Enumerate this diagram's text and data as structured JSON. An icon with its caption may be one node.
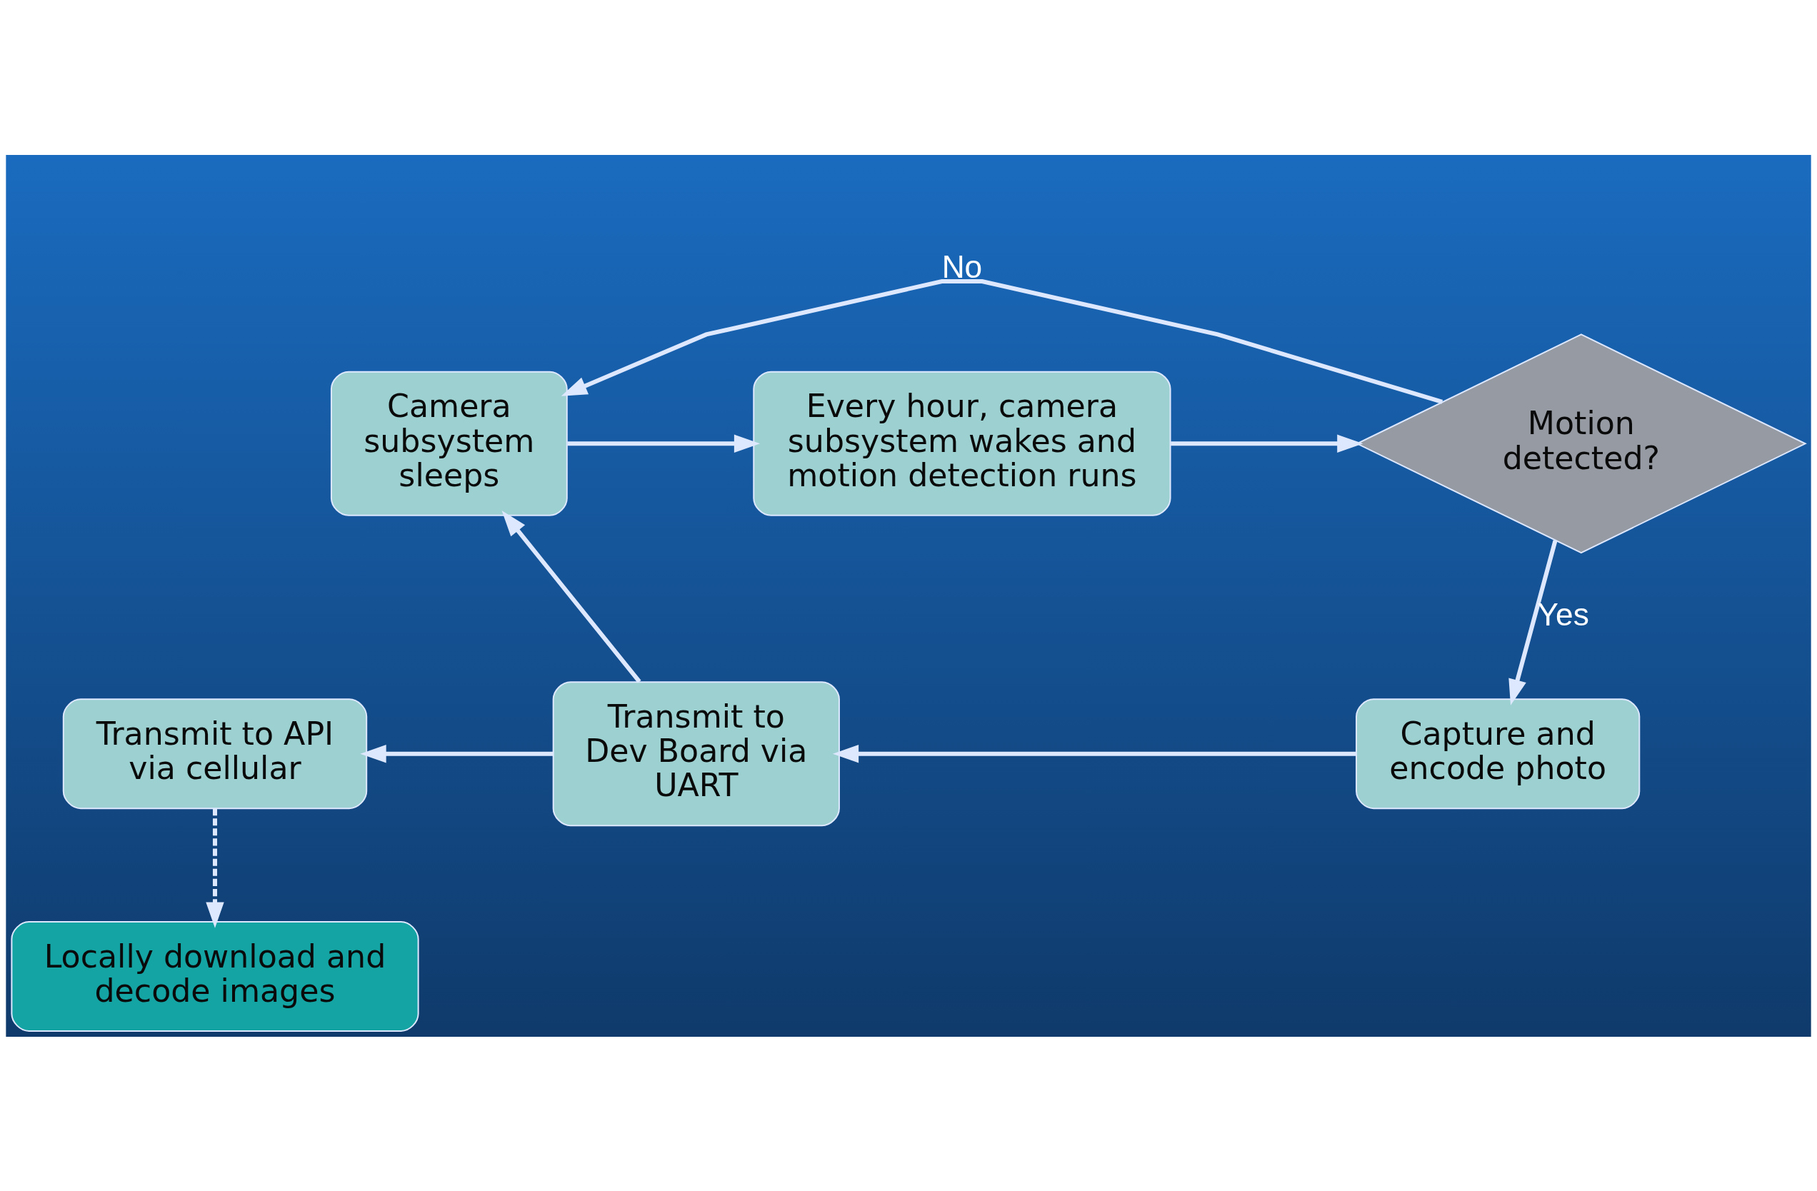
{
  "diagram": {
    "nodes": [
      {
        "text": [
          "Camera subsystem sleeps"
        ]
      },
      {
        "text": [
          "Every hour, camera subsystem wakes and motion detection runs"
        ]
      },
      {
        "text": [
          "Motion detected?"
        ]
      },
      {
        "text": [
          "Capture and encode photo"
        ]
      },
      {
        "text": [
          "Transmit to Dev Board via UART"
        ]
      },
      {
        "text": [
          "Transmit to API via cellular"
        ]
      },
      {
        "text": [
          "Locally download and decode images"
        ]
      }
    ],
    "edges": [
      {
        "from": 0,
        "to": 1,
        "arrow": "to"
      },
      {
        "from": 1,
        "to": 2,
        "arrow": "to"
      },
      {
        "from": 2,
        "to": 0,
        "arrow": "to",
        "label": "No"
      },
      {
        "from": 2,
        "to": 3,
        "arrow": "to",
        "label": "Yes"
      },
      {
        "from": 3,
        "to": 4,
        "arrow": "to"
      },
      {
        "from": 4,
        "to": 5,
        "arrow": "to"
      },
      {
        "from": 4,
        "to": 0,
        "arrow": "to"
      },
      {
        "from": 5,
        "to": 6,
        "arrow": "to",
        "style": "dashed"
      }
    ]
  }
}
